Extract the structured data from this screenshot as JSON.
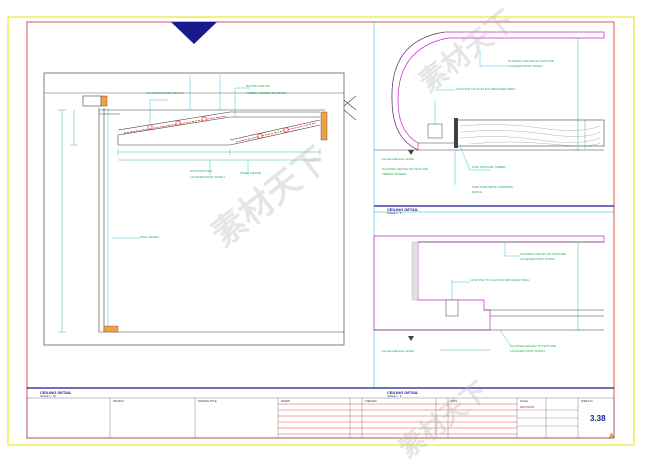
{
  "detail_titles": [
    {
      "text": "CEILING DETAIL",
      "scale": "SCALE 1 : 10"
    },
    {
      "text": "CEILING DETAIL",
      "scale": "SCALE 1 : 5"
    },
    {
      "text": "CEILING DETAIL",
      "scale": "SCALE 1 : 5"
    }
  ],
  "callouts_main": [
    "PLASTER BOARD CEILING",
    "BATTEN CEILING",
    "TIMBER VENEER TO DETAIL",
    "WOOD BATTEN",
    "LACQUER PAINT FINISH",
    "STEEL FRAME",
    "WALL FINISH"
  ],
  "callouts_right_top": [
    "PLASTER CEILING W/ TEXTURE",
    "LACQUER PAINT FINISH",
    "LIGHTING TO LIGHTING DESIGNER SPEC",
    "FALSE CEILING LEVEL",
    "PLASTER CEILING W/ TEXTURE",
    "TIMBER VENEER",
    "FINE TEXTURE TIMBER",
    "FINE FINE METAL TRIMMING",
    "DETAIL"
  ],
  "callouts_right_bottom": [
    "PLASTER CEILING W/ TEXTURE",
    "LACQUER PAINT FINISH",
    "LIGHTING TO LIGHTING DESIGNER SPEC",
    "FALSE CEILING LEVEL",
    "PLASTER CEILING W/ TEXTURE",
    "LACQUER PAINT FINISH"
  ],
  "title_block": {
    "project_label": "PROJECT",
    "drawing_title_label": "DRAWING TITLE",
    "drawn_label": "DRAWN",
    "checked_label": "CHECKED",
    "date_label": "DATE",
    "scale_label": "SCALE",
    "sheet_label": "SHEET No.",
    "revision_red": "REVISION",
    "sheet_number": "3.38"
  },
  "watermark": "素材天下",
  "colors": {
    "border_yellow": "#e6e600",
    "border_red": "#e02020",
    "line_cyan": "#00b8d8",
    "line_magenta": "#d020d0",
    "line_green": "#22aa55",
    "line_dark": "#404040",
    "navy": "#1a1a8c"
  }
}
